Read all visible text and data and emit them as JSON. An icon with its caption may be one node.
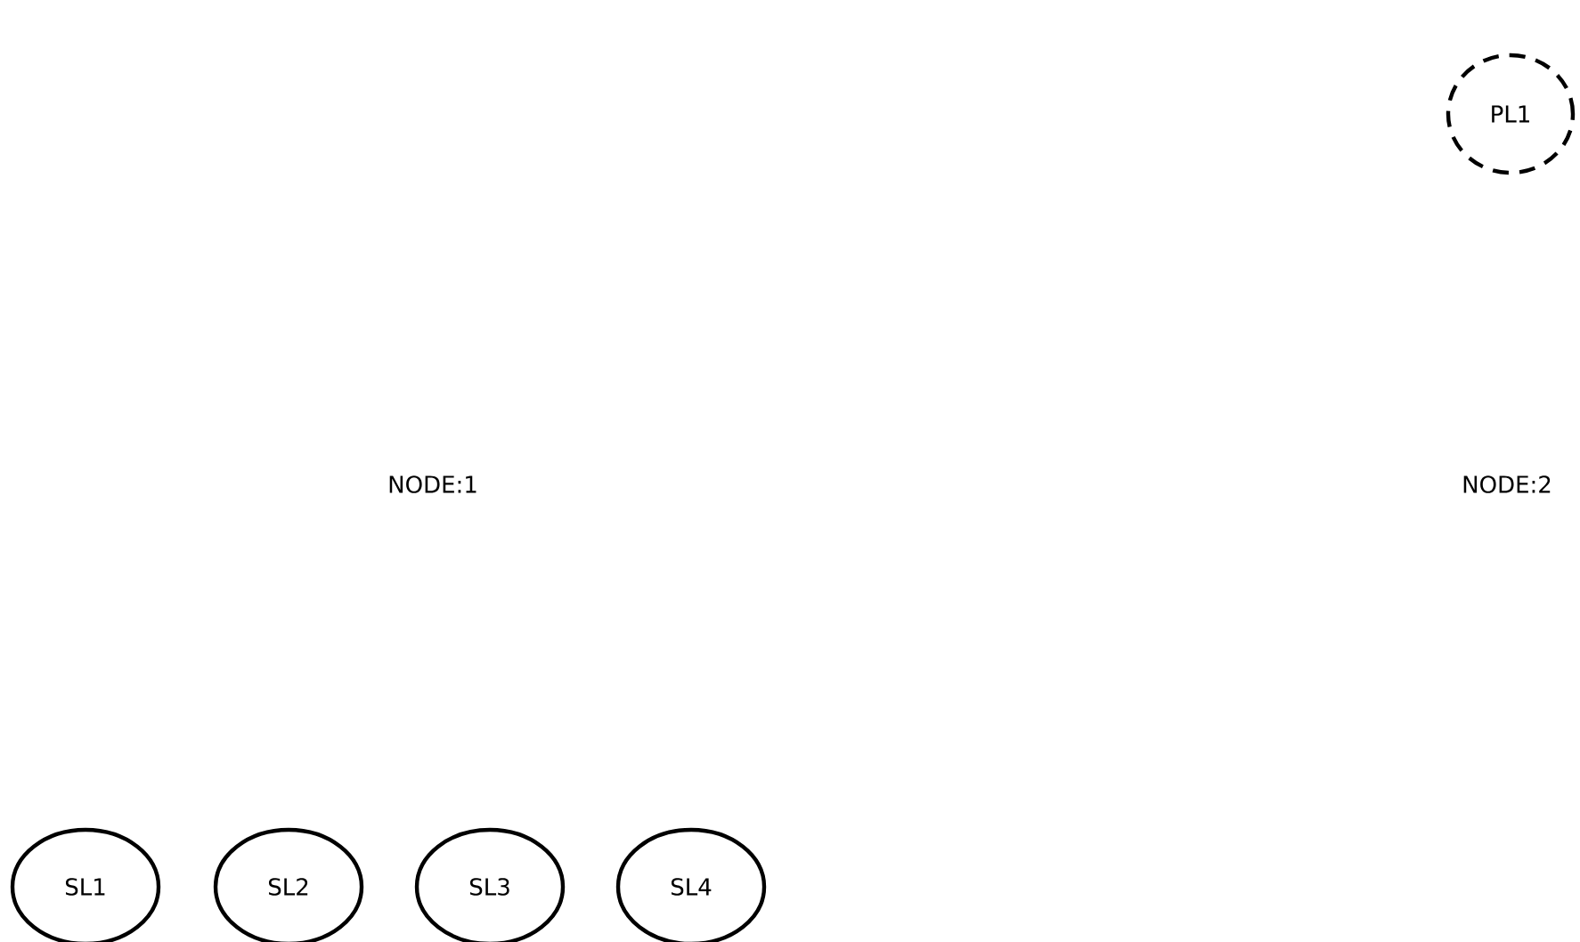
{
  "diagram": {
    "nodes": [
      {
        "text": [
          "PL1"
        ]
      },
      {
        "text": [
          "SL1"
        ]
      },
      {
        "text": [
          "SL2"
        ]
      },
      {
        "text": [
          "SL3"
        ]
      },
      {
        "text": [
          "SL4"
        ]
      }
    ],
    "labels": [
      "NODE:1",
      "NODE:2"
    ]
  }
}
